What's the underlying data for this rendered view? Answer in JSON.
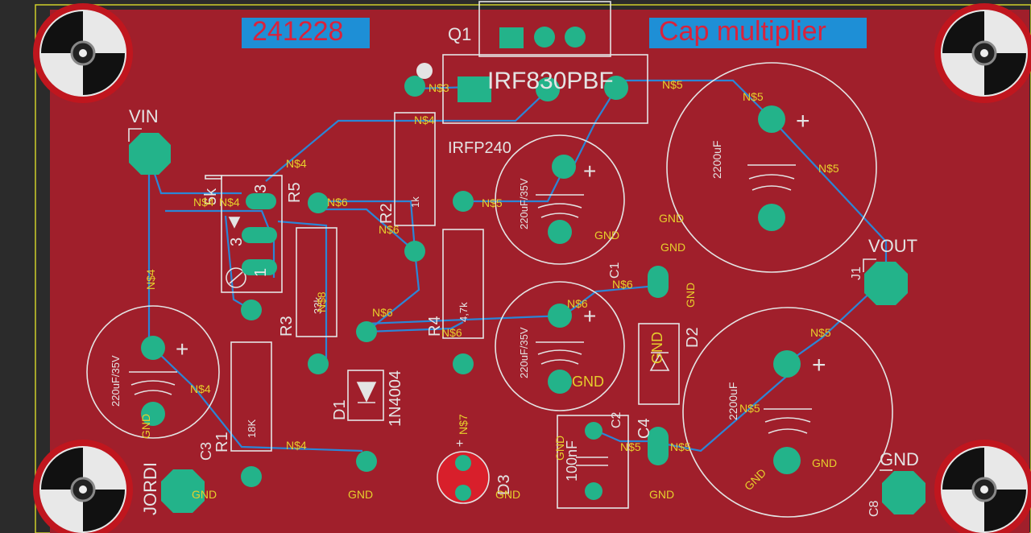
{
  "colors": {
    "background": "#2b2b2b",
    "frame": "#cfcf2a",
    "board": "#a01f2b",
    "trace": "#2b86d6",
    "pad": "#23b38a",
    "silk": "#e4e4e4",
    "netlabel": "#e6cf2c",
    "banner": "#1e8fd6",
    "banner_text": "#d8233c",
    "led": "#d81f2b"
  },
  "banners": {
    "date": "241228",
    "title": "Cap multiplier"
  },
  "parts": {
    "q1": "Q1",
    "q1_value": "IRF830PBF",
    "q1_alt": "IRFP240",
    "vin": "VIN",
    "vout": "VOUT",
    "gnd": "GND",
    "r5": "R5",
    "r5_value": "5k",
    "r2": "R2",
    "r2_value": "1k",
    "r3": "R3",
    "r3_value": "33k",
    "r4": "R4",
    "r4_value": "4,7k",
    "r1": "R1",
    "r1_value": "18K",
    "d1": "D1",
    "d1_value": "1N4004",
    "d2": "D2",
    "d3": "D3",
    "c1": "C1",
    "c2": "C2",
    "c2_value": "100nF",
    "c3": "C3",
    "c4": "C4",
    "c8": "C8",
    "cap_small": "220uF/35V",
    "cap_big": "2200uF",
    "j1": "J1",
    "author": "JORDI",
    "pot_pin1": "1",
    "pot_pin3": "3",
    "plus": "+"
  },
  "nets": {
    "n3": "N$3",
    "n4": "N$4",
    "n5": "N$5",
    "n6": "N$6",
    "n7": "N$7",
    "n8": "N$8",
    "gnd": "GND"
  }
}
